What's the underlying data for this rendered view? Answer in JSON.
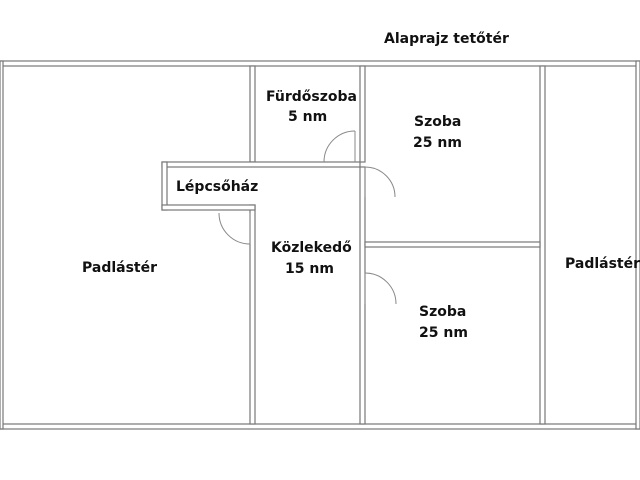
{
  "title": "Alaprajz tetőtér",
  "rooms": {
    "attic_left": {
      "name": "Padlástér"
    },
    "bathroom": {
      "name": "Fürdőszoba",
      "area": "5 nm"
    },
    "room_upper": {
      "name": "Szoba",
      "area": "25 nm"
    },
    "staircase": {
      "name": "Lépcsőház"
    },
    "hallway": {
      "name": "Közlekedő",
      "area": "15 nm"
    },
    "room_lower": {
      "name": "Szoba",
      "area": "25 nm"
    },
    "attic_right": {
      "name": "Padlástér"
    }
  },
  "colors": {
    "wall": "#777777",
    "wall_fill": "#ffffff",
    "door_arc": "#888888",
    "text": "#111111"
  }
}
